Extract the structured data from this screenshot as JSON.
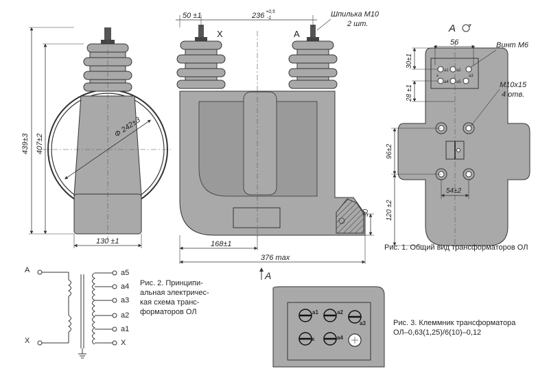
{
  "captions": {
    "fig1": "Рис. 1. Общий вид трансформаторов ОЛ",
    "fig2_lines": [
      "Рис. 2. Принципи-",
      "альная электричес-",
      "кая схема транс-",
      "форматоров ОЛ"
    ],
    "fig3_lines": [
      "Рис. 3. Клеммник трансформатора",
      "ОЛ–0,63(1,25)/6(10)–0,12"
    ]
  },
  "front_view": {
    "dim_height_total": "439±3",
    "dim_height_body": "407±2",
    "dim_diameter": "Ф 242±3",
    "dim_base_width": "130 ±1"
  },
  "side_view": {
    "dim_left_offset": "50 ±1",
    "dim_span_value": "236",
    "dim_span_upper": "+0,5",
    "dim_span_lower": "-1",
    "callout_stud": "Шпилька М10",
    "callout_stud_qty": "2 шт.",
    "terminal_x": "X",
    "terminal_a": "A",
    "dim_lower_width": "168±1",
    "dim_overall_width": "376 max",
    "dim_foot_height": "30",
    "view_arrow_label": "A"
  },
  "top_view": {
    "view_label": "A",
    "dim_top_offset": "30±1",
    "dim_block_width": "56",
    "callout_screw": "Винт М6",
    "dim_second_offset": "28 ±1",
    "callout_holes": "М10х15",
    "callout_holes_qty": "4 отв.",
    "dim_hole_vertical": "96±2",
    "dim_hole_horizontal": "54±2",
    "dim_bottom": "120 ±2",
    "small_terminals": [
      "a1",
      "a2",
      "a3",
      "a4",
      "a5",
      "x"
    ]
  },
  "schematic": {
    "left_top": "A",
    "left_bottom": "X",
    "taps": [
      "a5",
      "a4",
      "a3",
      "a2",
      "a1",
      "X"
    ]
  },
  "terminal_block": {
    "labels": [
      "a1",
      "a2",
      "a3",
      "x",
      "a4"
    ]
  }
}
